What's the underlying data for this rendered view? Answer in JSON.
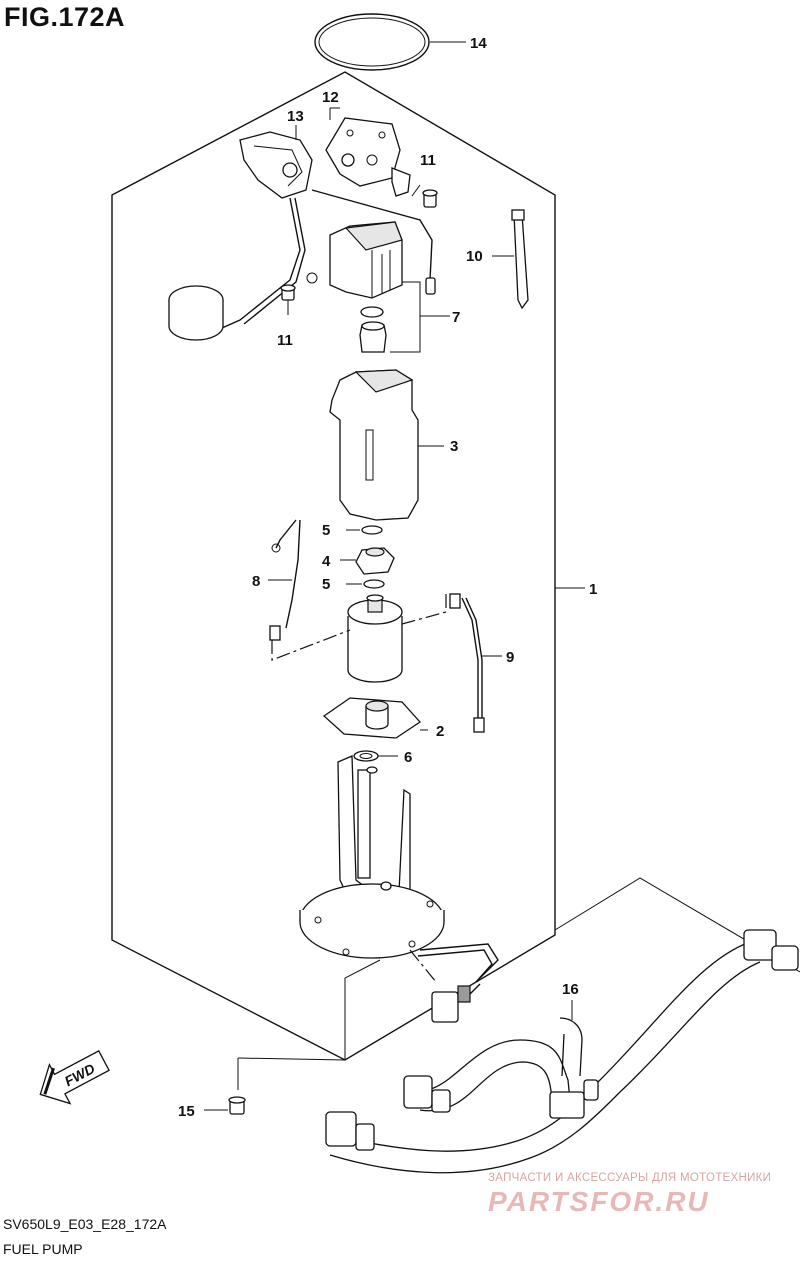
{
  "figure": {
    "title": "FIG.172A",
    "model_code": "SV650L9_E03_E28_172A",
    "caption": "FUEL PUMP"
  },
  "watermark": {
    "tagline": "ЗАПЧАСТИ И АКСЕССУАРЫ ДЛЯ МОТОТЕХНИКИ",
    "brand": "PARTSFOR.RU"
  },
  "direction_badge": "FWD",
  "callouts": {
    "p1": "1",
    "p2": "2",
    "p3": "3",
    "p4": "4",
    "p5a": "5",
    "p5b": "5",
    "p6": "6",
    "p7": "7",
    "p8": "8",
    "p9": "9",
    "p10": "10",
    "p11a": "11",
    "p11b": "11",
    "p12": "12",
    "p13": "13",
    "p14": "14",
    "p15": "15",
    "p16": "16"
  }
}
